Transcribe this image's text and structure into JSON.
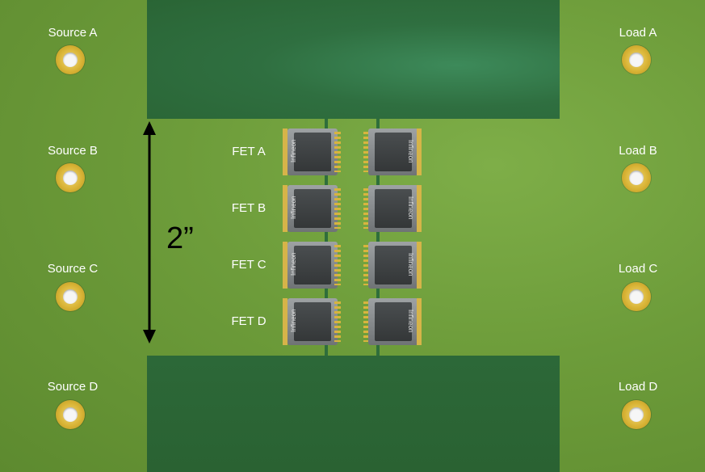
{
  "sources": [
    "Source A",
    "Source B",
    "Source C",
    "Source D"
  ],
  "loads": [
    "Load A",
    "Load B",
    "Load C",
    "Load D"
  ],
  "fets": [
    "FET A",
    "FET B",
    "FET C",
    "FET D"
  ],
  "chip_brand": "Infineon",
  "dimension_label": "2”",
  "colors": {
    "board_green": "#6d9c3a",
    "copper_plane": "#2f6e3b",
    "pad_gold": "#d9b436",
    "label_white": "#ffffff",
    "arrow_black": "#000000"
  },
  "icons": {
    "terminal": "plated-hole-pad-icon",
    "fet": "mosfet-package-icon",
    "dimension": "double-arrow-icon"
  }
}
